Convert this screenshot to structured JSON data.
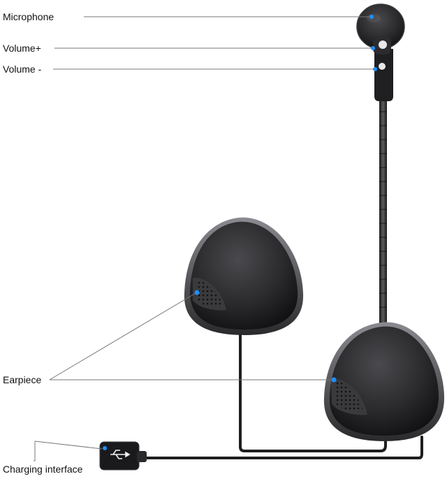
{
  "labels": {
    "microphone": "Microphone",
    "volume_up": "Volume+",
    "volume_down": "Volume -",
    "earpiece": "Earpiece",
    "charging_interface": "Charging interface"
  },
  "colors": {
    "shell": "#2a2a2c",
    "shell_edge": "#5a5a5e",
    "cable": "#1e1e20",
    "leader_line": "#777777",
    "hotspot": "#1e90ff"
  },
  "icons": {
    "usb": "usb-symbol-icon",
    "speaker_grille": "speaker-grille-icon"
  }
}
